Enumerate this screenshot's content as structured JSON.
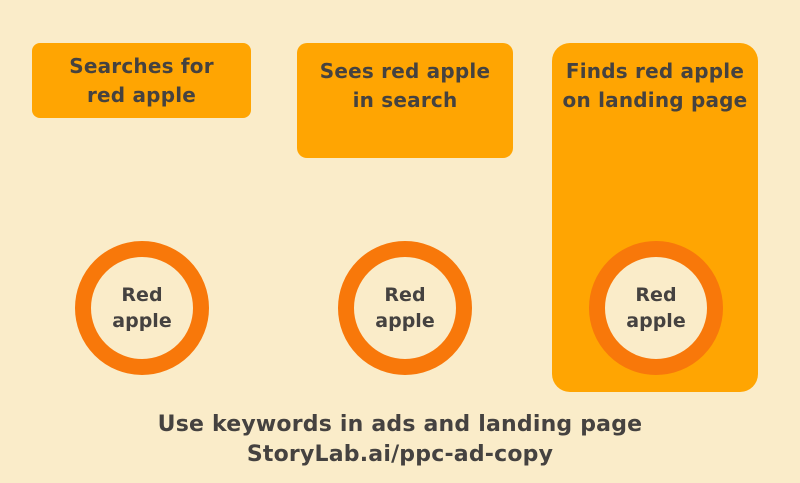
{
  "colors": {
    "background": "#FAECC9",
    "box_fill": "#FFA502",
    "ring_stroke": "#F8780A",
    "circle_fill": "#FAECC9",
    "text": "#454240"
  },
  "steps": [
    {
      "box_label": "Searches for\nred apple",
      "circle_label": "Red\napple"
    },
    {
      "box_label": "Sees red apple\nin search",
      "circle_label": "Red\napple"
    },
    {
      "box_label": "Finds red apple\non landing page",
      "circle_label": "Red\napple"
    }
  ],
  "footer": {
    "line1": "Use keywords in ads and landing page",
    "line2": "StoryLab.ai/ppc-ad-copy"
  }
}
